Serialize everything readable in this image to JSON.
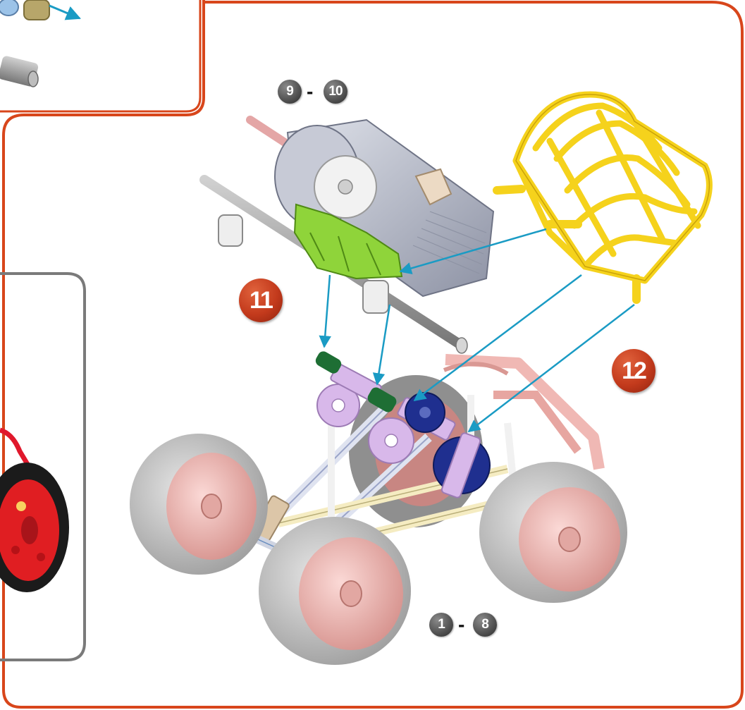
{
  "steps": {
    "range_top": {
      "from": "9",
      "sep": "-",
      "to": "10"
    },
    "range_bottom": {
      "from": "1",
      "sep": "-",
      "to": "8"
    },
    "step_11": "11",
    "step_12": "12"
  },
  "colors": {
    "frame": "#d8461b",
    "inset_border": "#7a7a7a",
    "arrow": "#1a9bc4",
    "badge_main": "#c33a1c",
    "badge_small": "#555555",
    "cage": "#f5d21c",
    "bracket_green": "#8fd43a",
    "wheel_tire": "#c6c6c6",
    "wheel_hub": "#f0b8b4",
    "connector_purple": "#d8b8ea",
    "connector_blue": "#1f2f8f",
    "rod_white": "#e3e6f0",
    "rod_yellow": "#f5ecc2",
    "motor_gray": "#b8bccb"
  },
  "icons": [
    "motor-icon",
    "cage-icon",
    "wheel-icon",
    "assembly-arrow-icon"
  ]
}
